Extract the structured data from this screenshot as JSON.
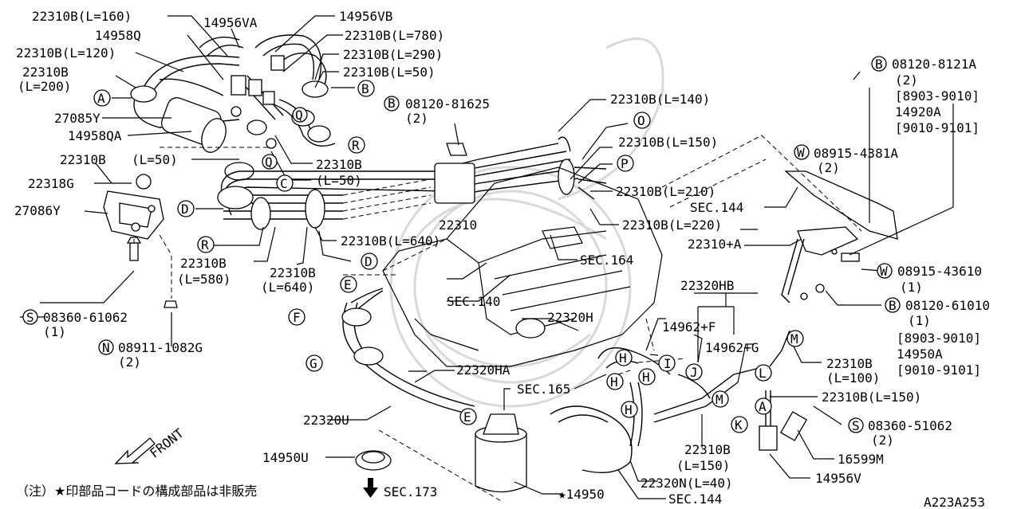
{
  "labels": {
    "l01": "22310B(L=160)",
    "l02": "14956VA",
    "l03": "14956VB",
    "l04": "14958Q",
    "l05": "22310B(L=780)",
    "l06": "22310B(L=120)",
    "l07": "22310B(L=290)",
    "l08": "22310B(L=50)",
    "l09a": "22310B",
    "l09b": "(L=200)",
    "l10": "08120-81625",
    "l10b": "(2)",
    "l11": "22310B(L=140)",
    "l12": "27085Y",
    "l13": "14958QA",
    "l14": "22310B(L=150)",
    "l15": "(L=50)",
    "l16": "22310B",
    "l17": "22310B",
    "l17b": "(L=50)",
    "l18": "22318G",
    "l19": "22310B(L=210)",
    "l20": "27086Y",
    "l21": "22310B(L=220)",
    "l22": "22310",
    "l23": "SEC.144",
    "l24": "22310B(L=640)",
    "l25": "22310+A",
    "l26a": "22310B",
    "l26b": "(L=580)",
    "l27a": "22310B",
    "l27b": "(L=640)",
    "l28": "SEC.164",
    "l29": "22320HB",
    "l30": "08360-61062",
    "l30b": "(1)",
    "l31": "SEC.140",
    "l32": "14962+F",
    "l33": "22320H",
    "l34": "14962+G",
    "l35": "08911-1082G",
    "l35b": "(2)",
    "l36": "22320HA",
    "l37a": "22310B",
    "l37b": "(L=100)",
    "l38": "SEC.165",
    "l39": "22310B(L=150)",
    "l40": "22320U",
    "l41": "08360-51062",
    "l41b": "(2)",
    "l42a": "22310B",
    "l42b": "(L=150)",
    "l43": "14950U",
    "l44": "16599M",
    "l45": "SEC.173",
    "l46": "22320N(L=40)",
    "l47": "14956V",
    "l48": "SEC.144",
    "l49": "14950",
    "front": "FRONT",
    "note": "（注）★印部品コードの構成部品は非販売",
    "code": "A223A253"
  },
  "right_block": {
    "b1_code": "08120-8121A",
    "b1_lines": [
      "(2)",
      "[8903-9010]",
      "14920A",
      "[9010-9101]"
    ],
    "w1_code": "08915-4381A",
    "w1_qty": "(2)",
    "w2_code": "08915-43610",
    "w2_qty": "(1)",
    "b2_code": "08120-61010",
    "b2_lines": [
      "(1)",
      "[8903-9010]",
      "14950A",
      "[9010-9101]"
    ]
  },
  "markers": {
    "A": "A",
    "B": "B",
    "C": "C",
    "D": "D",
    "E": "E",
    "F": "F",
    "G": "G",
    "H": "H",
    "I": "I",
    "J": "J",
    "K": "K",
    "L": "L",
    "M": "M",
    "O": "O",
    "P": "P",
    "Q": "Q",
    "R": "R",
    "S": "S",
    "N": "N",
    "W": "W"
  }
}
